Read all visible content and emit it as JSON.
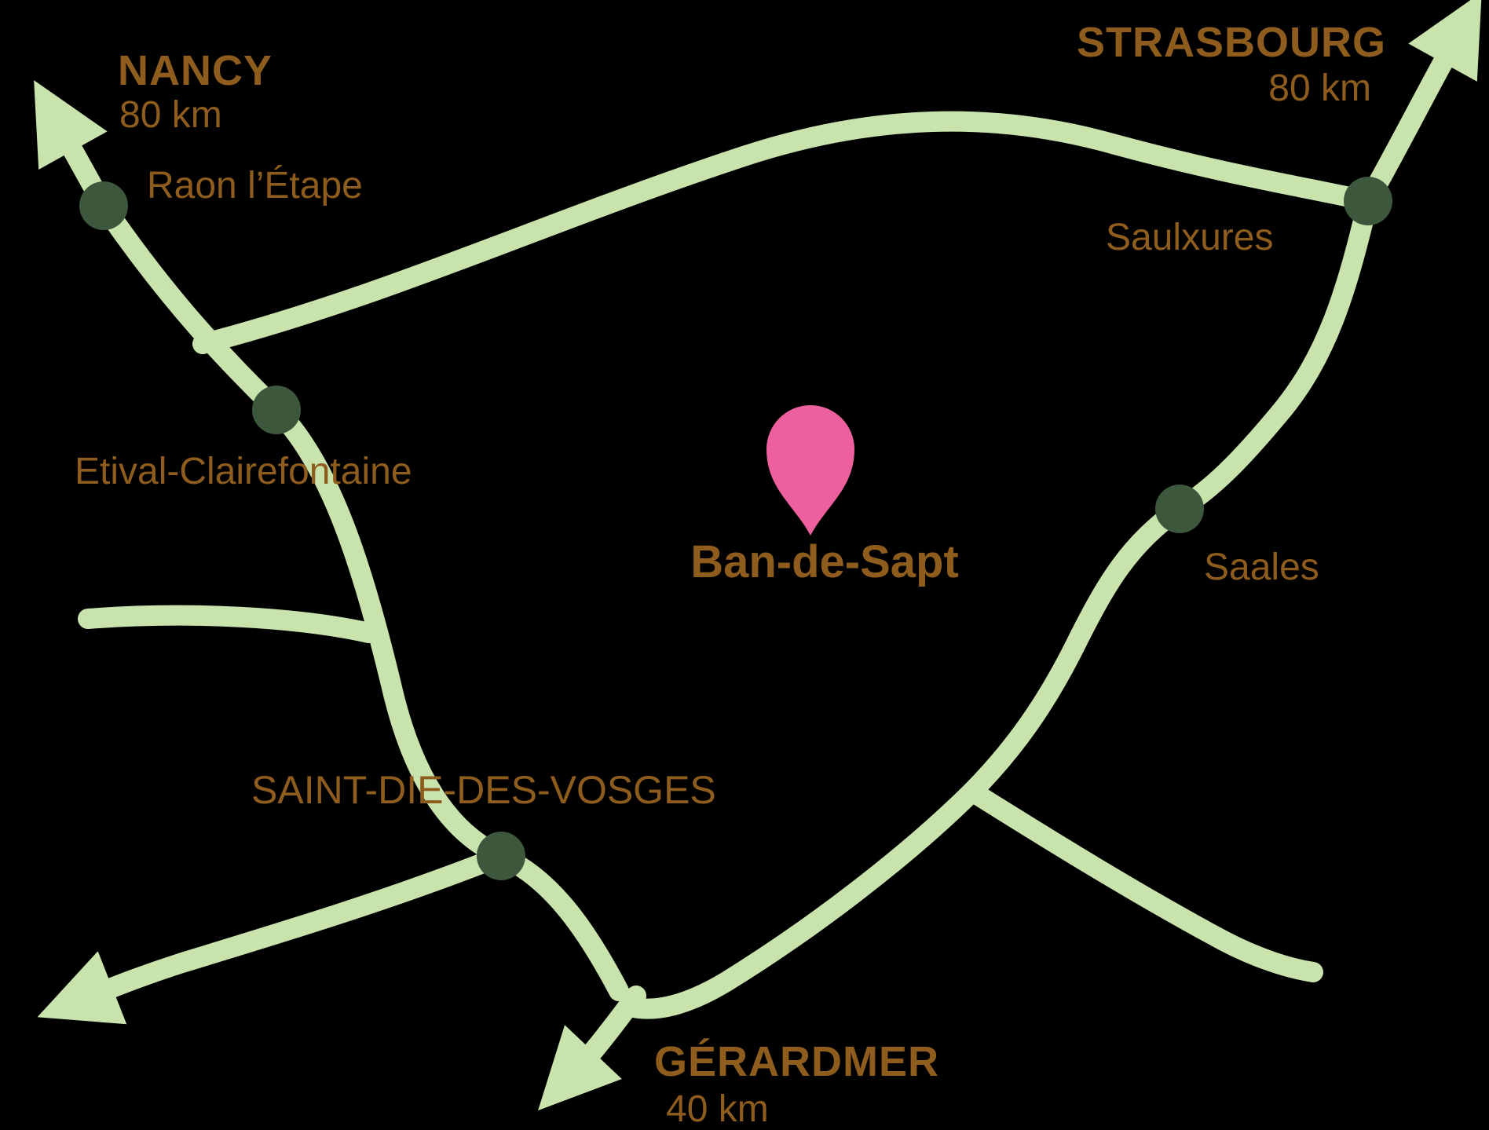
{
  "map": {
    "colors": {
      "background": "#000000",
      "road": "#c9e3ac",
      "town_dot": "#3d573c",
      "label_text": "#8e5d1d",
      "pin": "#ee5f9d"
    },
    "highlight": {
      "name": "Ban-de-Sapt"
    },
    "destinations": {
      "nancy": {
        "name": "NANCY",
        "distance": "80 km"
      },
      "strasbourg": {
        "name": "STRASBOURG",
        "distance": "80 km"
      },
      "gerardmer": {
        "name": "GÉRARDMER",
        "distance": "40 km"
      }
    },
    "towns": {
      "raon": {
        "name": "Raon l’Étape"
      },
      "saulxures": {
        "name": "Saulxures"
      },
      "etival": {
        "name": "Etival-Clairefontaine"
      },
      "saales": {
        "name": "Saales"
      },
      "saint_die": {
        "name": "SAINT-DIE-DES-VOSGES"
      }
    }
  }
}
